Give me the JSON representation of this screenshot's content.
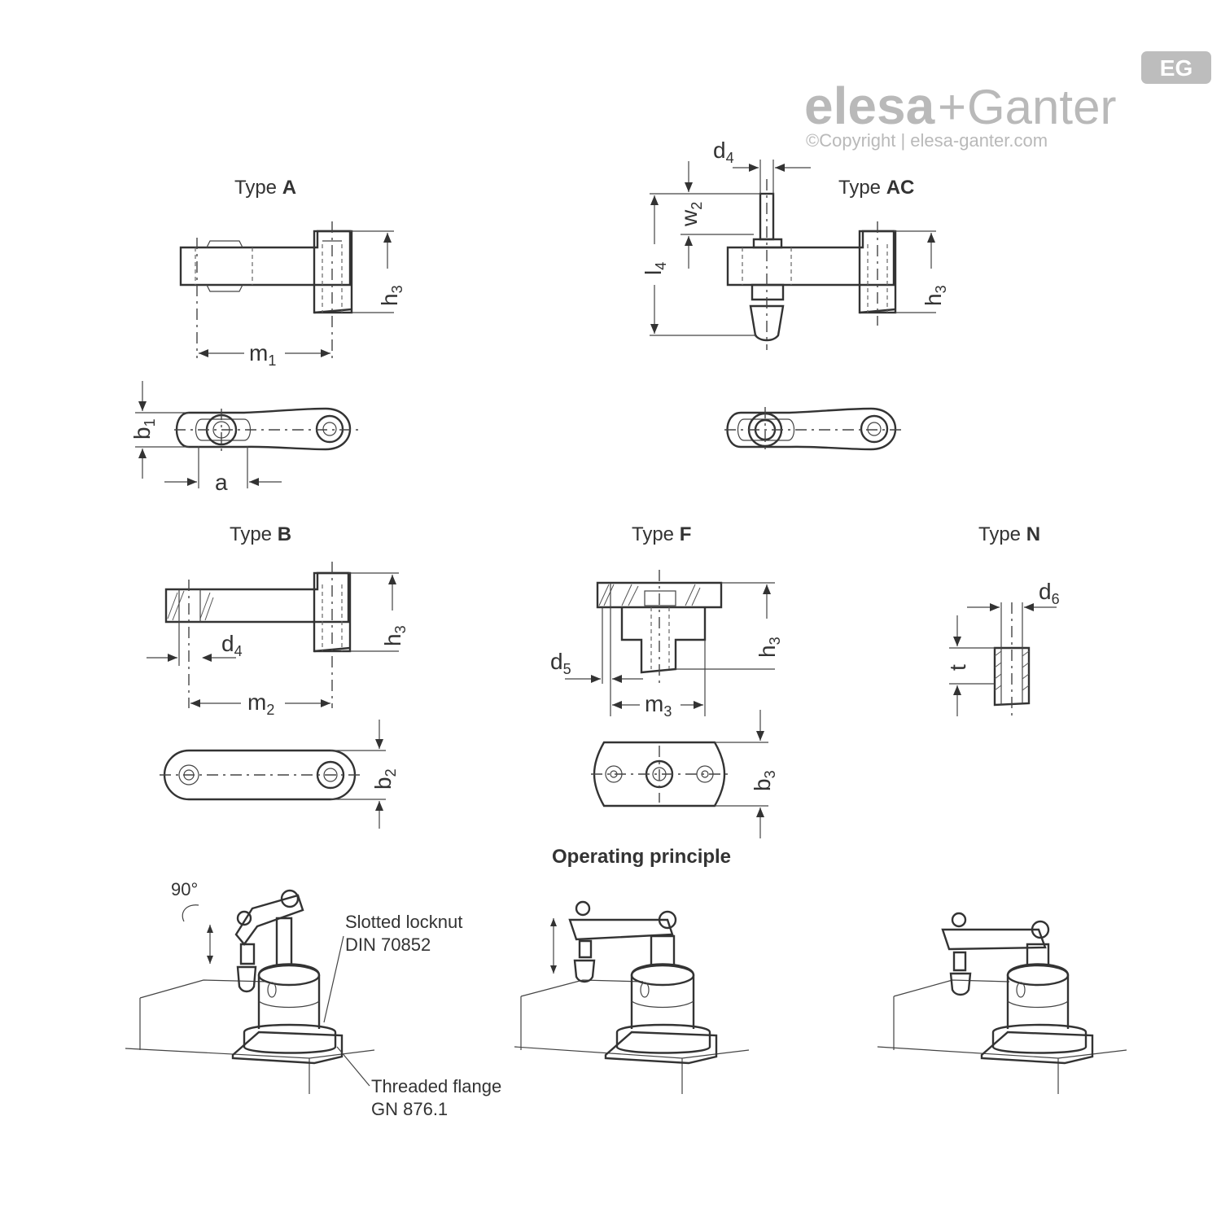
{
  "brand": {
    "logo_part1": "elesa",
    "logo_plus": "+",
    "logo_part2": "Ganter",
    "badge": "EG",
    "copyright": "©Copyright | elesa-ganter.com"
  },
  "types": {
    "a": {
      "prefix": "Type",
      "letter": "A"
    },
    "ac": {
      "prefix": "Type",
      "letter": "AC"
    },
    "b": {
      "prefix": "Type",
      "letter": "B"
    },
    "f": {
      "prefix": "Type",
      "letter": "F"
    },
    "n": {
      "prefix": "Type",
      "letter": "N"
    }
  },
  "dimensions": {
    "m1": {
      "base": "m",
      "sub": "1"
    },
    "h3": {
      "base": "h",
      "sub": "3"
    },
    "b1": {
      "base": "b",
      "sub": "1"
    },
    "a": {
      "base": "a",
      "sub": ""
    },
    "d4": {
      "base": "d",
      "sub": "4"
    },
    "w2": {
      "base": "w",
      "sub": "2"
    },
    "l4": {
      "base": "l",
      "sub": "4"
    },
    "m2": {
      "base": "m",
      "sub": "2"
    },
    "b2": {
      "base": "b",
      "sub": "2"
    },
    "d5": {
      "base": "d",
      "sub": "5"
    },
    "m3": {
      "base": "m",
      "sub": "3"
    },
    "b3": {
      "base": "b",
      "sub": "3"
    },
    "d6": {
      "base": "d",
      "sub": "6"
    },
    "t": {
      "base": "t",
      "sub": ""
    }
  },
  "operating": {
    "title": "Operating principle",
    "angle": "90°",
    "locknut_line1": "Slotted locknut",
    "locknut_line2": "DIN 70852",
    "flange_line1": "Threaded flange",
    "flange_line2": "GN 876.1"
  }
}
